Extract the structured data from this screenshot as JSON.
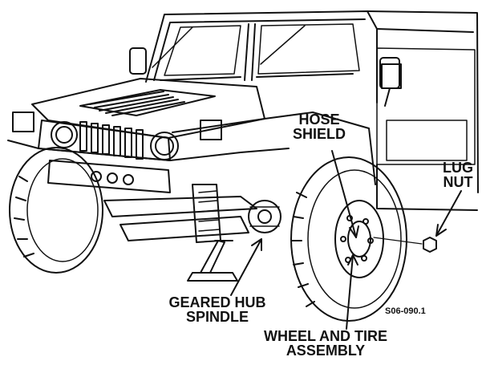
{
  "diagram": {
    "labels": {
      "hose_shield": [
        "HOSE",
        "SHIELD"
      ],
      "lug_nut": [
        "LUG",
        "NUT"
      ],
      "geared_hub_spindle": [
        "GEARED HUB",
        "SPINDLE"
      ],
      "wheel_and_tire": [
        "WHEEL AND TIRE",
        "ASSEMBLY"
      ]
    },
    "figure_code": "S06-090.1",
    "colors": {
      "ink": "#111111",
      "paper": "#ffffff"
    }
  }
}
